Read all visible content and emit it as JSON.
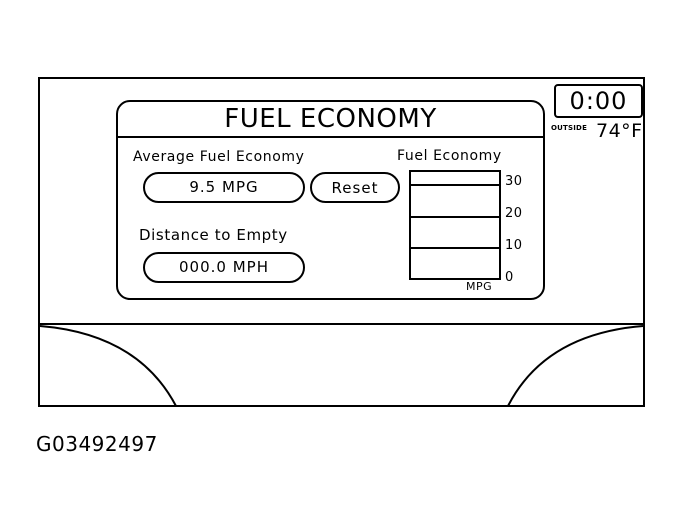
{
  "screen": {
    "title": "FUEL ECONOMY",
    "average": {
      "label": "Average Fuel Economy",
      "value": "9.5 MPG",
      "reset_label": "Reset"
    },
    "distance": {
      "label": "Distance to Empty",
      "value": "000.0 MPH"
    },
    "gauge": {
      "title": "Fuel Economy",
      "ticks": [
        "30",
        "20",
        "10",
        "0"
      ],
      "unit": "MPG"
    }
  },
  "status": {
    "clock": "0:00",
    "outside_label": "OUTSIDE",
    "outside_temp": "74°F"
  },
  "figure_id": "G03492497",
  "colors": {
    "ink": "#000000",
    "background": "#ffffff"
  }
}
